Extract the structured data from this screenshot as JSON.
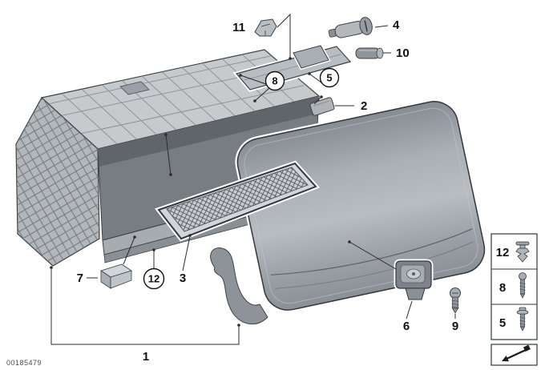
{
  "labels": {
    "n1": "1",
    "n2": "2",
    "n3": "3",
    "n4": "4",
    "n5": "5",
    "n6": "6",
    "n7": "7",
    "n8": "8",
    "n9": "9",
    "n10": "10",
    "n11": "11",
    "n12": "12"
  },
  "legend": {
    "rows": [
      {
        "label": "12",
        "icon": "expansion-rivet-icon"
      },
      {
        "label": "8",
        "icon": "screw-icon"
      },
      {
        "label": "5",
        "icon": "screw-icon"
      }
    ],
    "direction_icon": "diagonal-arrow-icon"
  },
  "footer": {
    "image_id": "00185479"
  },
  "colors": {
    "line": "#2b2b2b",
    "part_light": "#c6cacd",
    "part_mid": "#a7acb1",
    "part_dark": "#7d8389",
    "background": "#ffffff"
  }
}
